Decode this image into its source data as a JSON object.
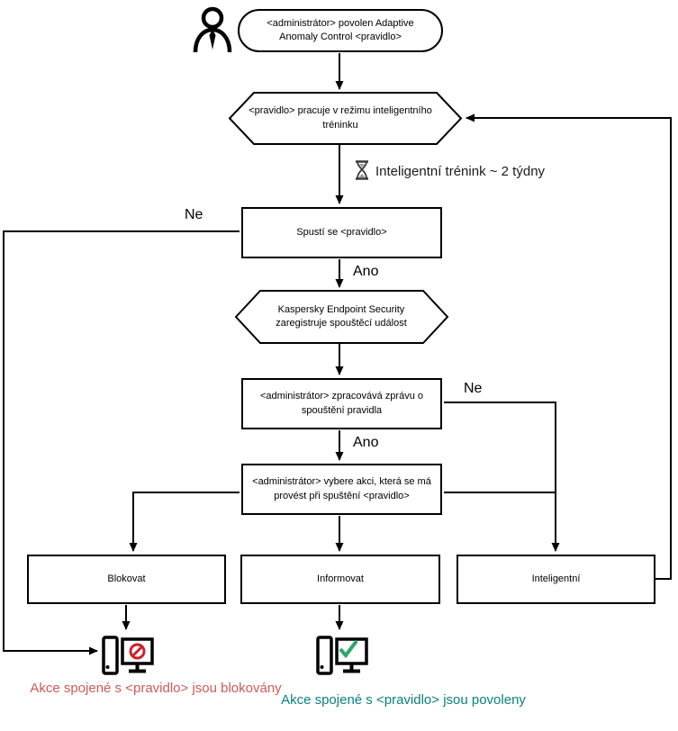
{
  "diagram": {
    "kind": "flowchart",
    "nodes": {
      "start": {
        "label": "<administrátor> povolen Adaptive Anomaly Control <pravidlo>",
        "shape": "stadium"
      },
      "training_mode": {
        "label": "<pravidlo> pracuje v režimu inteligentního tréninku",
        "shape": "hexagon"
      },
      "rule_triggered": {
        "label": "Spustí se <pravidlo>",
        "shape": "rect"
      },
      "kes_registers": {
        "label": "Kaspersky Endpoint Security zaregistruje spouštěcí událost",
        "shape": "hexagon"
      },
      "admin_processes": {
        "label": "<administrátor> zpracovává zprávu o spouštění pravidla",
        "shape": "rect"
      },
      "admin_selects": {
        "label": "<administrátor> vybere akci, která se má provést při spuštění <pravidlo>",
        "shape": "rect"
      },
      "action_block": {
        "label": "Blokovat",
        "shape": "rect"
      },
      "action_inform": {
        "label": "Informovat",
        "shape": "rect"
      },
      "action_smart": {
        "label": "Inteligentní",
        "shape": "rect"
      }
    },
    "annotations": {
      "training_duration": "Inteligentní trénink ~ 2 týdny"
    },
    "edge_labels": {
      "no_left": "Ne",
      "yes_after_trigger": "Ano",
      "no_right": "Ne",
      "yes_after_report": "Ano"
    },
    "captions": {
      "blocked": "Akce spojené s <pravidlo> jsou blokovány",
      "allowed": "Akce spojené s <pravidlo> jsou povoleny"
    },
    "icons": [
      "user-icon",
      "hourglass-icon",
      "computer-blocked-icon",
      "computer-allowed-icon"
    ],
    "colors": {
      "line": "#000000",
      "blocked_text": "#cd5a57",
      "allowed_text": "#0b807c",
      "prohibit_sign": "#cc2229",
      "check_sign": "#27a86d"
    }
  }
}
